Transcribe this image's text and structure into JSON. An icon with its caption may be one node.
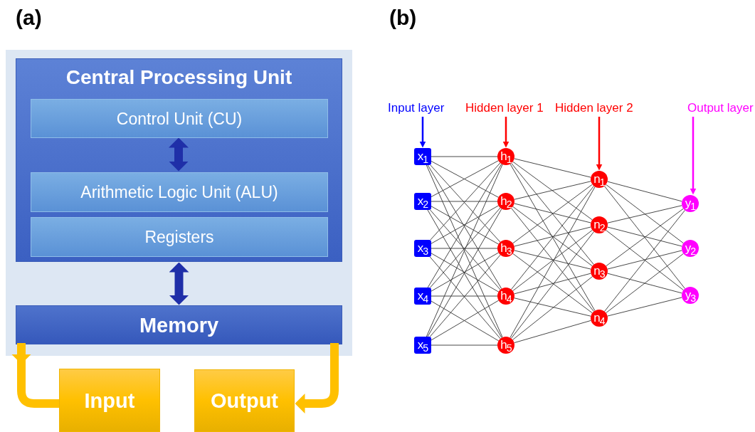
{
  "diagram": {
    "nodes": [
      {
        "text": [],
        "shape": "box"
      },
      {
        "text": [
          "Central Processing Unit"
        ],
        "in": 0
      },
      {
        "text": [
          "Control Unit (CU)"
        ],
        "in": 1
      },
      {
        "text": [
          "Arithmetic Logic Unit (ALU)"
        ],
        "in": 1
      },
      {
        "text": [
          "Registers"
        ],
        "in": 1
      },
      {
        "text": [
          "Memory"
        ],
        "in": 0
      },
      {
        "text": [
          "Input"
        ]
      },
      {
        "text": [
          "Output"
        ]
      },
      {
        "text": [
          "Input layer"
        ]
      },
      {
        "text": [
          "Hidden layer 1"
        ]
      },
      {
        "text": [
          "Hidden layer 2"
        ]
      },
      {
        "text": [
          "Output layer"
        ]
      },
      {
        "text": [
          "x$_{1}$"
        ]
      },
      {
        "text": [
          "x$_{2}$"
        ]
      },
      {
        "text": [
          "x$_{3}$"
        ]
      },
      {
        "text": [
          "x$_{4}$"
        ]
      },
      {
        "text": [
          "x$_{5}$"
        ]
      },
      {
        "text": [
          "h$_{1}$"
        ]
      },
      {
        "text": [
          "h$_{2}$"
        ]
      },
      {
        "text": [
          "h$_{3}$"
        ]
      },
      {
        "text": [
          "h$_{4}$"
        ]
      },
      {
        "text": [
          "h$_{5}$"
        ]
      },
      {
        "text": [
          "n$_{1}$"
        ]
      },
      {
        "text": [
          "n$_{2}$"
        ]
      },
      {
        "text": [
          "n$_{3}$"
        ]
      },
      {
        "text": [
          "n$_{4}$"
        ]
      },
      {
        "text": [
          "y$_{1}$"
        ]
      },
      {
        "text": [
          "y$_{2}$"
        ]
      },
      {
        "text": [
          "y$_{3}$"
        ]
      }
    ],
    "edges": [
      {
        "from": 2,
        "to": 3,
        "arrow": "both",
        "style": "thick",
        "color": "#1f2fa8"
      },
      {
        "from": 1,
        "to": 5,
        "arrow": "both",
        "style": "thick",
        "color": "#1f2fa8"
      },
      {
        "from": 6,
        "to": 5,
        "arrow": "to",
        "style": "thick",
        "color": "#ffc000"
      },
      {
        "from": 5,
        "to": 7,
        "arrow": "to",
        "style": "thick",
        "color": "#ffc000"
      },
      {
        "from": 8,
        "to": 12,
        "arrow": "to",
        "style": "thick",
        "color": "#0000ff"
      },
      {
        "from": 9,
        "to": 17,
        "arrow": "to",
        "style": "thick",
        "color": "#ff0000"
      },
      {
        "from": 10,
        "to": 22,
        "arrow": "to",
        "style": "thick",
        "color": "#ff0000"
      },
      {
        "from": 11,
        "to": 26,
        "arrow": "to",
        "style": "thick",
        "color": "#ff00ff"
      },
      {
        "from": 12,
        "to": 17,
        "arrow": "none"
      },
      {
        "from": 12,
        "to": 18,
        "arrow": "none"
      },
      {
        "from": 12,
        "to": 19,
        "arrow": "none"
      },
      {
        "from": 12,
        "to": 20,
        "arrow": "none"
      },
      {
        "from": 12,
        "to": 21,
        "arrow": "none"
      },
      {
        "from": 13,
        "to": 17,
        "arrow": "none"
      },
      {
        "from": 13,
        "to": 18,
        "arrow": "none"
      },
      {
        "from": 13,
        "to": 19,
        "arrow": "none"
      },
      {
        "from": 13,
        "to": 20,
        "arrow": "none"
      },
      {
        "from": 13,
        "to": 21,
        "arrow": "none"
      },
      {
        "from": 14,
        "to": 17,
        "arrow": "none"
      },
      {
        "from": 14,
        "to": 18,
        "arrow": "none"
      },
      {
        "from": 14,
        "to": 19,
        "arrow": "none"
      },
      {
        "from": 14,
        "to": 20,
        "arrow": "none"
      },
      {
        "from": 14,
        "to": 21,
        "arrow": "none"
      },
      {
        "from": 15,
        "to": 17,
        "arrow": "none"
      },
      {
        "from": 15,
        "to": 18,
        "arrow": "none"
      },
      {
        "from": 15,
        "to": 19,
        "arrow": "none"
      },
      {
        "from": 15,
        "to": 20,
        "arrow": "none"
      },
      {
        "from": 15,
        "to": 21,
        "arrow": "none"
      },
      {
        "from": 16,
        "to": 17,
        "arrow": "none"
      },
      {
        "from": 16,
        "to": 18,
        "arrow": "none"
      },
      {
        "from": 16,
        "to": 19,
        "arrow": "none"
      },
      {
        "from": 16,
        "to": 20,
        "arrow": "none"
      },
      {
        "from": 16,
        "to": 21,
        "arrow": "none"
      },
      {
        "from": 17,
        "to": 22,
        "arrow": "none"
      },
      {
        "from": 17,
        "to": 23,
        "arrow": "none"
      },
      {
        "from": 17,
        "to": 24,
        "arrow": "none"
      },
      {
        "from": 17,
        "to": 25,
        "arrow": "none"
      },
      {
        "from": 18,
        "to": 22,
        "arrow": "none"
      },
      {
        "from": 18,
        "to": 23,
        "arrow": "none"
      },
      {
        "from": 18,
        "to": 24,
        "arrow": "none"
      },
      {
        "from": 18,
        "to": 25,
        "arrow": "none"
      },
      {
        "from": 19,
        "to": 22,
        "arrow": "none"
      },
      {
        "from": 19,
        "to": 23,
        "arrow": "none"
      },
      {
        "from": 19,
        "to": 24,
        "arrow": "none"
      },
      {
        "from": 19,
        "to": 25,
        "arrow": "none"
      },
      {
        "from": 20,
        "to": 22,
        "arrow": "none"
      },
      {
        "from": 20,
        "to": 23,
        "arrow": "none"
      },
      {
        "from": 20,
        "to": 24,
        "arrow": "none"
      },
      {
        "from": 20,
        "to": 25,
        "arrow": "none"
      },
      {
        "from": 21,
        "to": 22,
        "arrow": "none"
      },
      {
        "from": 21,
        "to": 23,
        "arrow": "none"
      },
      {
        "from": 21,
        "to": 24,
        "arrow": "none"
      },
      {
        "from": 21,
        "to": 25,
        "arrow": "none"
      },
      {
        "from": 22,
        "to": 26,
        "arrow": "none"
      },
      {
        "from": 22,
        "to": 27,
        "arrow": "none"
      },
      {
        "from": 22,
        "to": 28,
        "arrow": "none"
      },
      {
        "from": 23,
        "to": 26,
        "arrow": "none"
      },
      {
        "from": 23,
        "to": 27,
        "arrow": "none"
      },
      {
        "from": 23,
        "to": 28,
        "arrow": "none"
      },
      {
        "from": 24,
        "to": 26,
        "arrow": "none"
      },
      {
        "from": 24,
        "to": 27,
        "arrow": "none"
      },
      {
        "from": 24,
        "to": 28,
        "arrow": "none"
      },
      {
        "from": 25,
        "to": 26,
        "arrow": "none"
      },
      {
        "from": 25,
        "to": 27,
        "arrow": "none"
      },
      {
        "from": 25,
        "to": 28,
        "arrow": "none"
      }
    ],
    "labels": [
      "(a)",
      "(b)"
    ]
  }
}
